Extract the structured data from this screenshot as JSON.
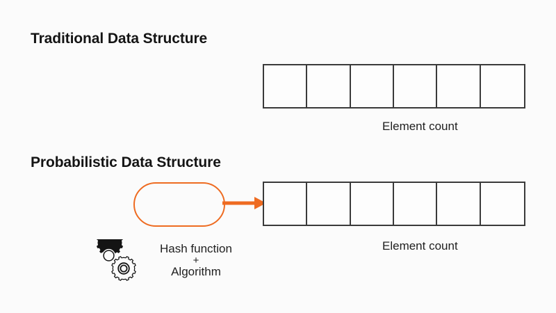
{
  "slide": {
    "background_color": "#fbfbfb",
    "accent_color": "#ee6b21",
    "text_color": "#1a1a1a",
    "stroke_color": "#3a3a3a"
  },
  "sections": {
    "traditional": {
      "heading": "Traditional Data Structure",
      "caption": "Element count",
      "grid": {
        "cell_count": 6,
        "cells": [
          "",
          "",
          "",
          "",
          "",
          ""
        ]
      }
    },
    "probabilistic": {
      "heading": "Probabilistic Data Structure",
      "caption": "Element count",
      "grid": {
        "cell_count": 6,
        "cells": [
          "",
          "",
          "",
          "",
          "",
          ""
        ]
      },
      "pill": {
        "label": ""
      },
      "arrow": {
        "icon": "arrow-right-icon",
        "color": "#ee6b21"
      },
      "hash_label": {
        "line1": "Hash function",
        "line2": "+",
        "line3": "Algorithm"
      },
      "gears": {
        "icon_primary": "gear-icon",
        "icon_secondary": "gear-outline-icon"
      }
    }
  }
}
